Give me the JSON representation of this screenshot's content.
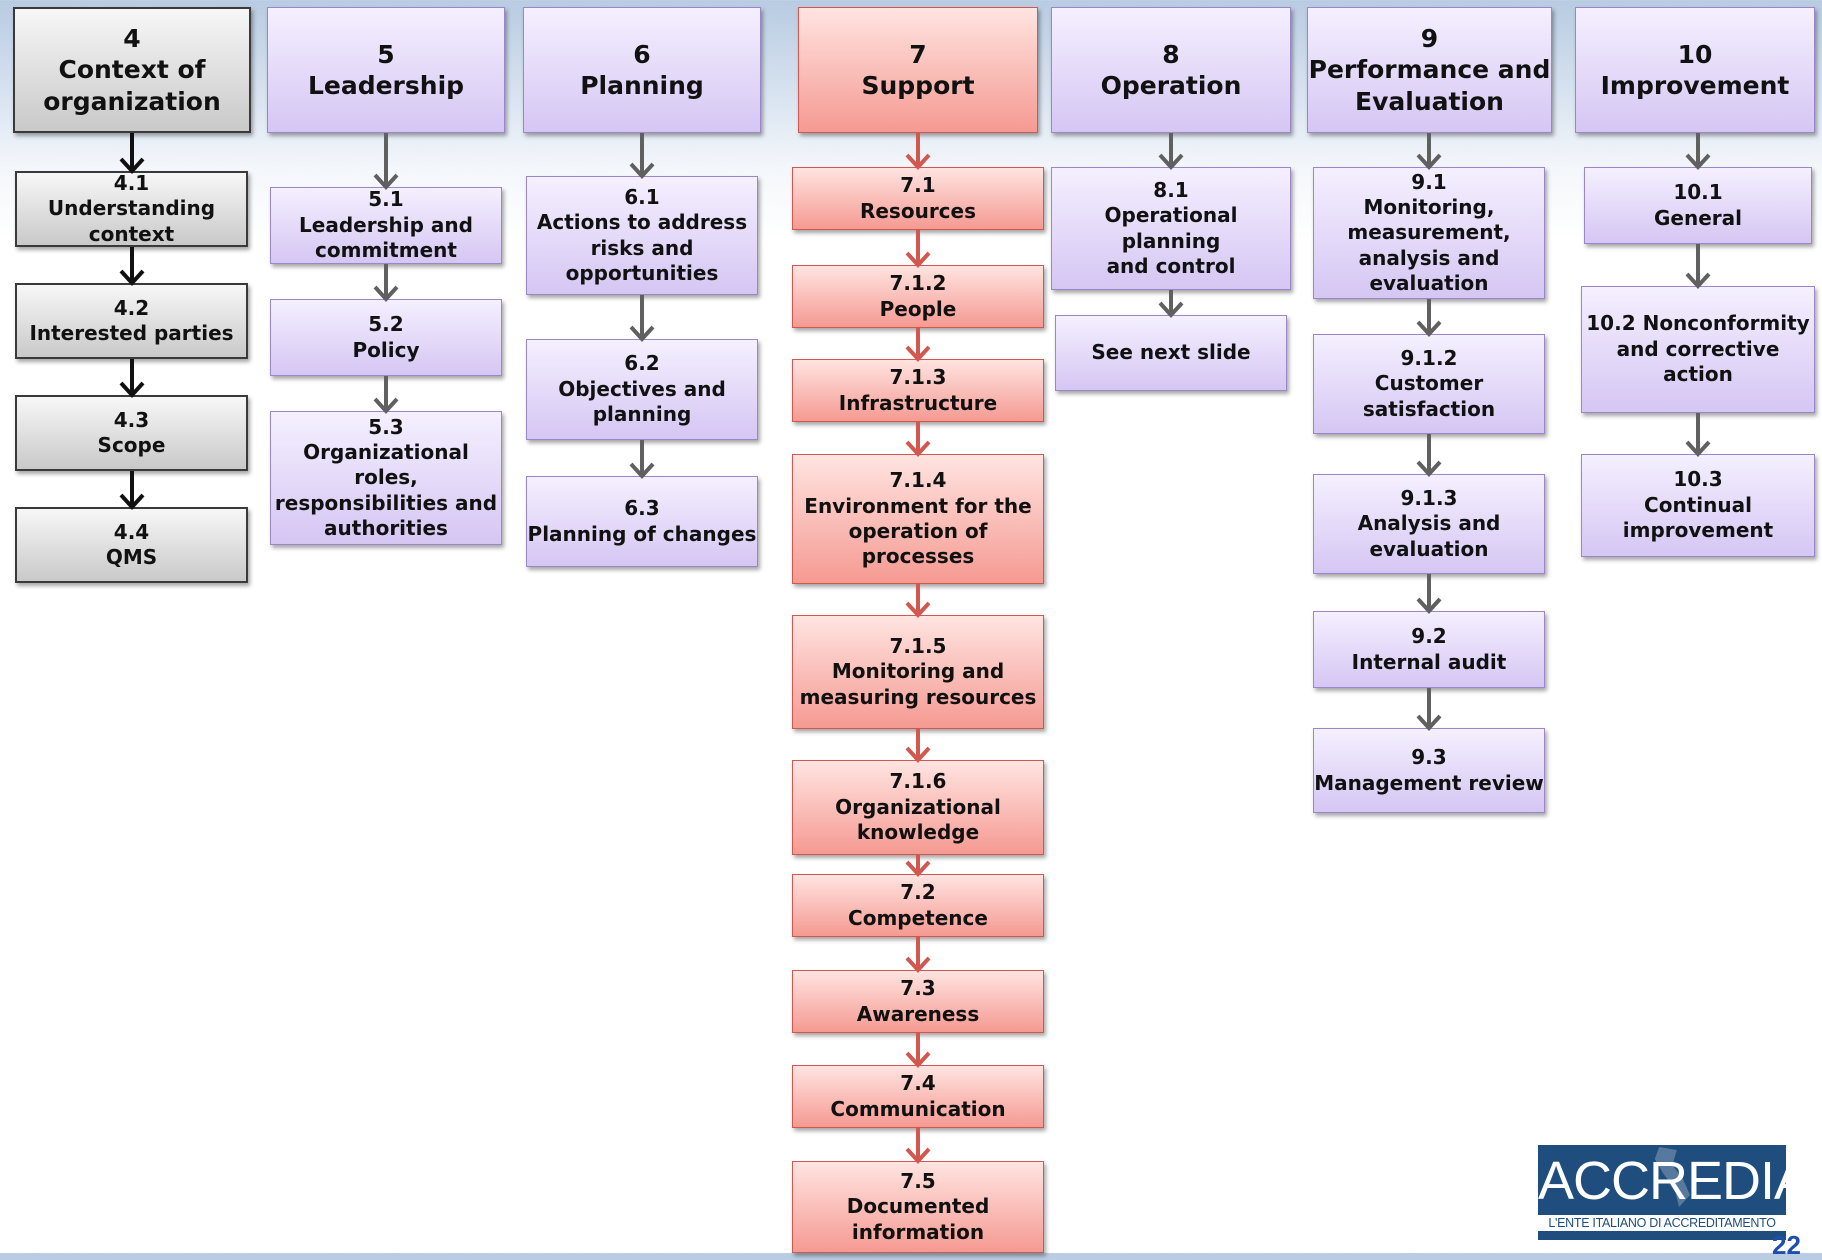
{
  "colors": {
    "gray_arrow": "#606060",
    "black_arrow": "#111111",
    "red_arrow": "#d2574f"
  },
  "columns": [
    {
      "id": "context",
      "theme": "gray",
      "arrow_color": "black",
      "header": "4\nContext of\norganization",
      "items": [
        "4.1\nUnderstanding\ncontext",
        "4.2\nInterested parties",
        "4.3\nScope",
        "4.4\nQMS"
      ]
    },
    {
      "id": "leadership",
      "theme": "purple",
      "arrow_color": "gray",
      "header": "5\nLeadership",
      "items": [
        "5.1\nLeadership and\ncommitment",
        "5.2\nPolicy",
        "5.3\nOrganizational roles,\nresponsibilities and\nauthorities"
      ]
    },
    {
      "id": "planning",
      "theme": "purple",
      "arrow_color": "gray",
      "header": "6\nPlanning",
      "items": [
        "6.1\nActions to address\nrisks and\nopportunities",
        "6.2\nObjectives and\nplanning",
        "6.3\nPlanning of changes"
      ]
    },
    {
      "id": "support",
      "theme": "red",
      "arrow_color": "red",
      "header": "7\nSupport",
      "items": [
        "7.1\nResources",
        "7.1.2\nPeople",
        "7.1.3\nInfrastructure",
        "7.1.4\nEnvironment for the\noperation of processes",
        "7.1.5\nMonitoring and\nmeasuring resources",
        "7.1.6\nOrganizational\nknowledge",
        "7.2\nCompetence",
        "7.3\nAwareness",
        "7.4\nCommunication",
        "7.5\nDocumented\ninformation"
      ]
    },
    {
      "id": "operation",
      "theme": "purple",
      "arrow_color": "gray",
      "header": "8\nOperation",
      "items": [
        "8.1\nOperational planning\nand control",
        "See next slide"
      ]
    },
    {
      "id": "performance",
      "theme": "purple",
      "arrow_color": "gray",
      "header": "9\nPerformance and\nEvaluation",
      "items": [
        "9.1\nMonitoring,\nmeasurement,\nanalysis and\nevaluation",
        "9.1.2\nCustomer\nsatisfaction",
        "9.1.3\nAnalysis and\nevaluation",
        "9.2\nInternal audit",
        "9.3\nManagement review"
      ]
    },
    {
      "id": "improvement",
      "theme": "purple",
      "arrow_color": "gray",
      "header": "10\nImprovement",
      "items": [
        "10.1\nGeneral",
        "10.2 Nonconformity\nand corrective action",
        "10.3\nContinual\nimprovement"
      ]
    }
  ],
  "logo": {
    "name": "ACCREDIA",
    "tagline": "L'ENTE ITALIANO DI ACCREDITAMENTO"
  },
  "page_number": "22"
}
